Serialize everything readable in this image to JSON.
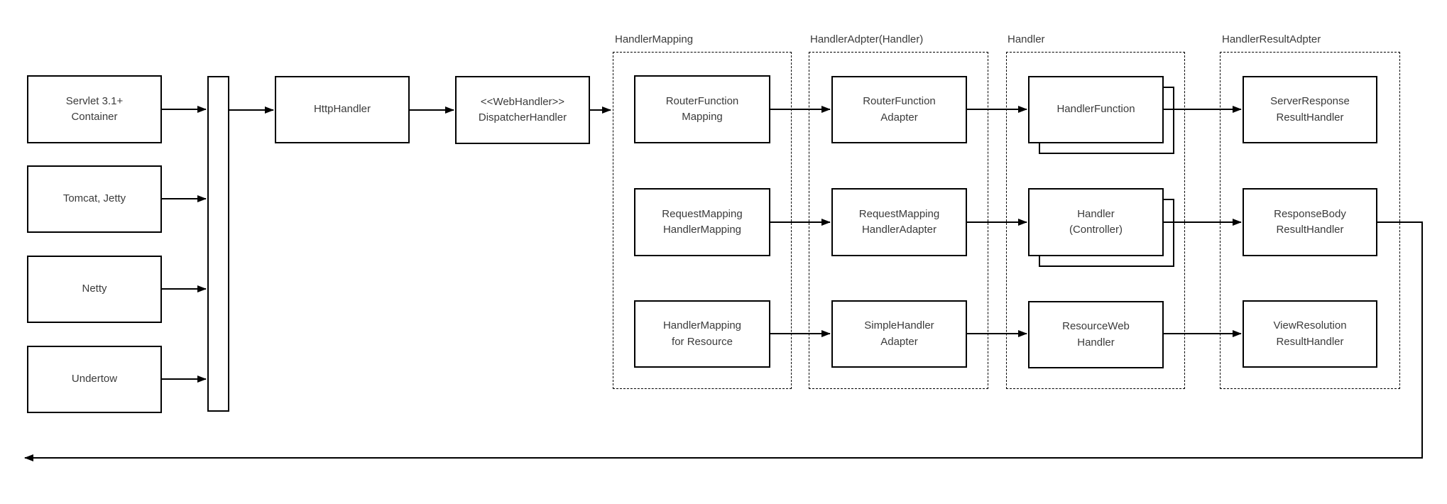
{
  "nodes": {
    "servlet": "Servlet 3.1+\nContainer",
    "tomcat": "Tomcat, Jetty",
    "netty": "Netty",
    "undertow": "Undertow",
    "http_handler": "HttpHandler",
    "dispatcher": "<<WebHandler>>\nDispatcherHandler",
    "router_function_mapping": "RouterFunction\nMapping",
    "request_mapping_handler_mapping": "RequestMapping\nHandlerMapping",
    "handler_mapping_for_resource": "HandlerMapping\nfor Resource",
    "router_function_adapter": "RouterFunction\nAdapter",
    "request_mapping_handler_adapter": "RequestMapping\nHandlerAdapter",
    "simple_handler_adapter": "SimpleHandler\nAdapter",
    "handler_function": "HandlerFunction",
    "handler_controller": "Handler\n(Controller)",
    "resource_web_handler": "ResourceWeb\nHandler",
    "server_response_result_handler": "ServerResponse\nResultHandler",
    "response_body_result_handler": "ResponseBody\nResultHandler",
    "view_resolution_result_handler": "ViewResolution\nResultHandler"
  },
  "groups": {
    "handler_mapping": "HandlerMapping",
    "handler_adapter": "HandlerAdpter(Handler)",
    "handler": "Handler",
    "handler_result_adapter": "HandlerResultAdpter"
  },
  "colors": {
    "stroke": "#000000",
    "background": "#ffffff",
    "text": "#3b3b3b"
  }
}
